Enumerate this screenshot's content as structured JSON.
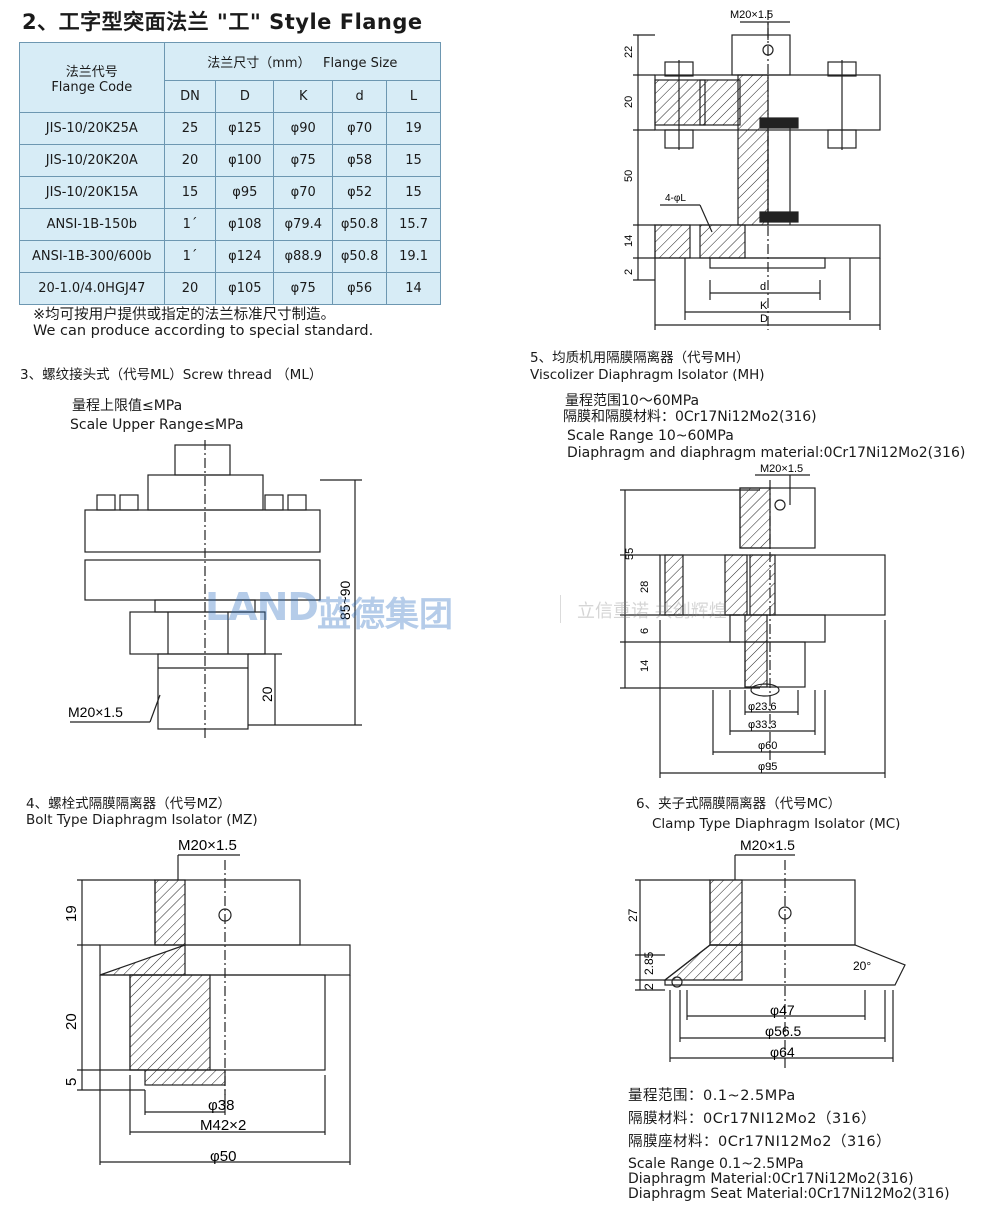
{
  "flange": {
    "title": "2、工字型突面法兰 \"工\" Style Flange",
    "header": {
      "code_cn": "法兰代号",
      "code_en": "Flange Code",
      "size_cn": "法兰尺寸（mm）",
      "size_en": "Flange Size",
      "cols": [
        "DN",
        "D",
        "K",
        "d",
        "L"
      ]
    },
    "rows": [
      [
        "JIS-10/20K25A",
        "25",
        "φ125",
        "φ90",
        "φ70",
        "19"
      ],
      [
        "JIS-10/20K20A",
        "20",
        "φ100",
        "φ75",
        "φ58",
        "15"
      ],
      [
        "JIS-10/20K15A",
        "15",
        "φ95",
        "φ70",
        "φ52",
        "15"
      ],
      [
        "ANSI-1B-150b",
        "1´",
        "φ108",
        "φ79.4",
        "φ50.8",
        "15.7"
      ],
      [
        "ANSI-1B-300/600b",
        "1´",
        "φ124",
        "φ88.9",
        "φ50.8",
        "19.1"
      ],
      [
        "20-1.0/4.0HGJ47",
        "20",
        "φ105",
        "φ75",
        "φ56",
        "14"
      ]
    ],
    "note_cn": "※均可按用户提供或指定的法兰标准尺寸制造。",
    "note_en": "We can produce according to special standard."
  },
  "drawing_flange": {
    "labels": {
      "m20": "M20×1.5",
      "holes": "4-φL",
      "d": "d",
      "k": "K",
      "D": "D"
    },
    "dims": [
      "22",
      "20",
      "50",
      "14",
      "2"
    ]
  },
  "ml": {
    "title": "3、螺纹接头式（代号ML）Screw thread （ML）",
    "range_cn": "量程上限值≤MPa",
    "range_en": "Scale Upper Range≤MPa",
    "labels": {
      "thread": "M20×1.5",
      "h": "85~90",
      "l": "20"
    }
  },
  "mh": {
    "title_cn": "5、均质机用隔膜隔离器（代号MH）",
    "title_en": "Viscolizer Diaphragm Isolator (MH)",
    "range_cn": "量程范围10～60MPa",
    "material_cn": "隔膜和隔膜材料：0Cr17Ni12Mo2(316)",
    "range_en": "Scale Range 10~60MPa",
    "material_en": "Diaphragm and diaphragm material:0Cr17Ni12Mo2(316)",
    "labels": {
      "m20": "M20×1.5",
      "d1": "φ23.6",
      "d2": "φ33.3",
      "d3": "φ60",
      "d4": "φ95"
    },
    "dims": [
      "55",
      "28",
      "6",
      "14"
    ]
  },
  "mz": {
    "title_cn": "4、螺栓式隔膜隔离器（代号MZ）",
    "title_en": "Bolt Type Diaphragm Isolator (MZ)",
    "labels": {
      "m20": "M20×1.5",
      "d1": "φ38",
      "m42": "M42×2",
      "d2": "φ50"
    },
    "dims": [
      "19",
      "20",
      "5"
    ]
  },
  "mc": {
    "title_cn": "6、夹子式隔膜隔离器（代号MC）",
    "title_en": "Clamp Type Diaphragm Isolator (MC)",
    "labels": {
      "m20": "M20×1.5",
      "angle": "20°",
      "d1": "φ47",
      "d2": "φ56.5",
      "d3": "φ64"
    },
    "dims": [
      "27",
      "2.85",
      "2"
    ],
    "range_cn": "量程范围：0.1~2.5MPa",
    "mat1_cn": "隔膜材料：0Cr17NI12Mo2（316）",
    "mat2_cn": "隔膜座材料：0Cr17NI12Mo2（316）",
    "range_en": "Scale Range 0.1~2.5MPa",
    "mat1_en": "Diaphragm Material:0Cr17Ni12Mo2(316)",
    "mat2_en": "Diaphragm Seat Material:0Cr17Ni12Mo2(316)"
  },
  "watermark": {
    "brand": "LAND",
    "name": "蓝德集团",
    "slogan": "立信重诺 共创辉煌",
    "color": "#2d6fc1"
  }
}
